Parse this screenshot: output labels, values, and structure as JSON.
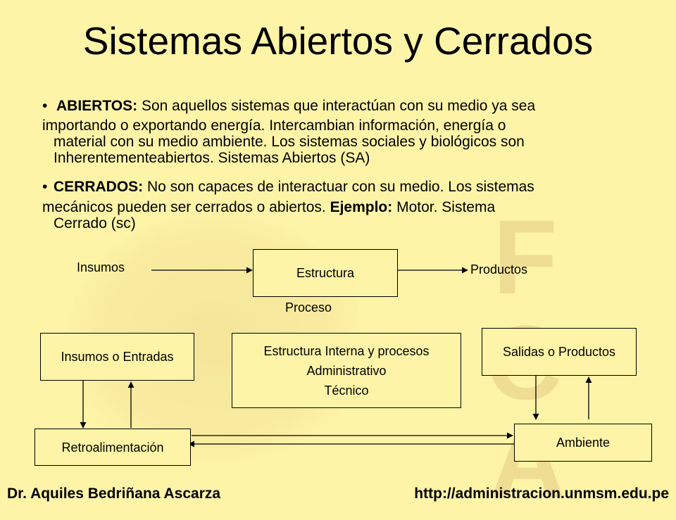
{
  "title": "Sistemas Abiertos y Cerrados",
  "abiertos": {
    "bullet": "•",
    "label": "ABIERTOS:",
    "line1": " Son aquellos sistemas que interactúan con su medio ya sea",
    "line2": "importando o exportando energía. Intercambian información, energía o",
    "line3": "material con su medio ambiente. Los sistemas sociales y biológicos son",
    "line4": "Inherentementeabiertos. Sistemas Abiertos (SA)"
  },
  "cerrados": {
    "bullet": "•",
    "label": "CERRADOS:",
    "line1": " No son capaces de interactuar con su medio. Los sistemas",
    "line2a": "mecánicos pueden ser cerrados o abiertos. ",
    "ejemplo_label": "Ejemplo:",
    "line2b": " Motor. Sistema",
    "line3": "Cerrado (sc)"
  },
  "diagram1": {
    "input": "Insumos",
    "box": "Estructura",
    "output": "Productos",
    "process": "Proceso"
  },
  "diagram2": {
    "inputs_box": "Insumos o Entradas",
    "structure_line1": "Estructura Interna y procesos",
    "structure_line2": "Administrativo",
    "structure_line3": "Técnico",
    "outputs_box": "Salidas o Productos",
    "feedback_box": "Retroalimentación",
    "environment_box": "Ambiente"
  },
  "watermark_letters": [
    "F",
    "C",
    "A"
  ],
  "footer": {
    "author": "Dr. Aquiles Bedriñana Ascarza",
    "url": "http://administracion.unmsm.edu.pe"
  }
}
